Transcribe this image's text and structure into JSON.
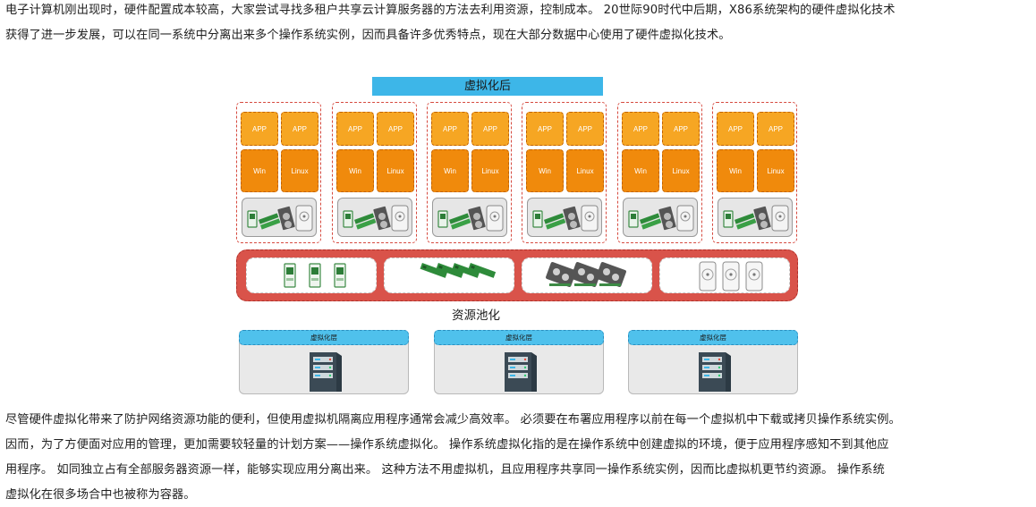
{
  "paragraph_top": {
    "lines": [
      "电子计算机刚出现时，硬件配置成本较高，大家尝试寻找多租户共享云计算服务器的方法去利用资源，控制成本。 20世际90时代中后期，X86系统架构的硬件虚拟化技术",
      "获得了进一步发展，可以在同一系统中分离出来多个操作系统实例，因而具备许多优秀特点，现在大部分数据中心使用了硬件虚拟化技术。"
    ]
  },
  "diagram": {
    "title": "虚拟化后",
    "vms": [
      {
        "app1": "APP",
        "app2": "APP",
        "os1": "Win",
        "os2": "Linux"
      },
      {
        "app1": "APP",
        "app2": "APP",
        "os1": "Win",
        "os2": "Linux"
      },
      {
        "app1": "APP",
        "app2": "APP",
        "os1": "Win",
        "os2": "Linux"
      },
      {
        "app1": "APP",
        "app2": "APP",
        "os1": "Win",
        "os2": "Linux"
      },
      {
        "app1": "APP",
        "app2": "APP",
        "os1": "Win",
        "os2": "Linux"
      },
      {
        "app1": "APP",
        "app2": "APP",
        "os1": "Win",
        "os2": "Linux"
      }
    ],
    "pool_label": "资源池化",
    "servers": [
      {
        "layer": "虚拟化层"
      },
      {
        "layer": "虚拟化层"
      },
      {
        "layer": "虚拟化层"
      }
    ],
    "icons": {
      "cpu": "cpu-chip-icon",
      "memory": "memory-stick-icon",
      "network": "network-card-icon",
      "disk": "hard-disk-icon",
      "server": "server-tower-icon"
    }
  },
  "paragraph_bottom": {
    "lines": [
      "尽管硬件虚拟化带来了防护网络资源功能的便利，但使用虚拟机隔离应用程序通常会减少高效率。 必须要在布署应用程序以前在每一个虚拟机中下载或拷贝操作系统实例。",
      "因而，为了方便面对应用的管理，更加需要较轻量的计划方案——操作系统虚拟化。 操作系统虚拟化指的是在操作系统中创建虚拟的环境，便于应用程序感知不到其他应",
      "用程序。 如同独立占有全部服务器资源一样，能够实现应用分离出来。 这种方法不用虚拟机，且应用程序共享同一操作系统实例，因而比虚拟机更节约资源。 操作系统",
      "虚拟化在很多场合中也被称为容器。"
    ]
  }
}
